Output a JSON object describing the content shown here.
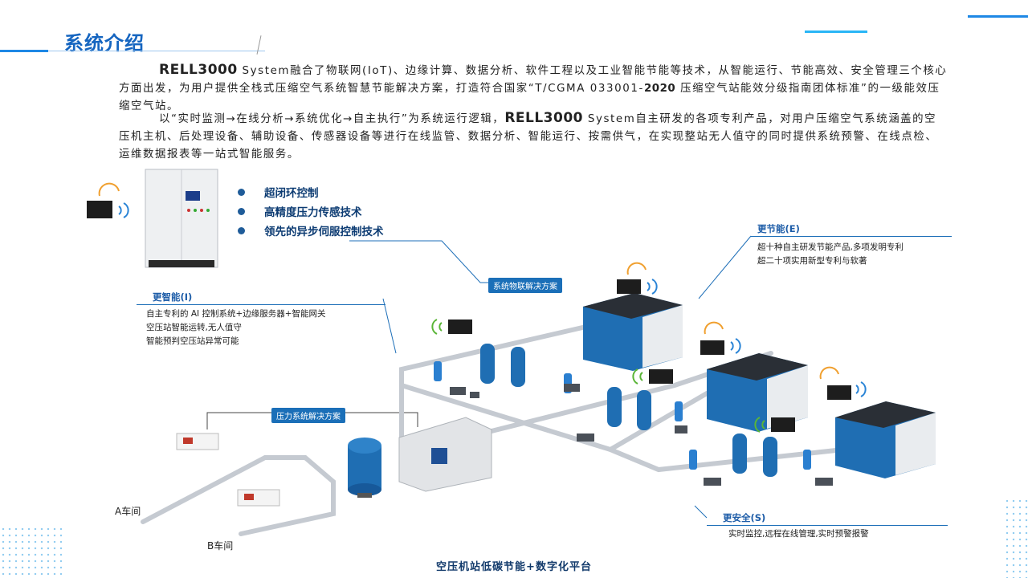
{
  "header": {
    "title": "系统介绍"
  },
  "intro": {
    "p1_brand": "RELL3000",
    "p1_text": " System融合了物联网(IoT)、边缘计算、数据分析、软件工程以及工业智能节能等技术，从智能运行、节能高效、安全管理三个核心方面出发，为用户提供全栈式压缩空气系统智慧节能解决方案，打造符合国家",
    "p1_std_a": "“T/CGMA 033001-",
    "p1_std_year": "2020",
    "p1_std_b": " 压缩空气站能效分级指南团体标准”的一级能效压缩空气站。",
    "p2_text_a": "以“实时监测→在线分析→系统优化→自主执行”为系统运行逻辑，",
    "p2_brand": "RELL3000",
    "p2_text_b": " System自主研发的各项专利产品，对用户压缩空气系统涵盖的空压机主机、后处理设备、辅助设备、传感器设备等进行在线监管、数据分析、智能运行、按需供气，在实现整站无人值守的同时提供系统预警、在线点检、运维数据报表等一站式智能服务。"
  },
  "features": [
    "超闭环控制",
    "高精度压力传感技术",
    "领先的异步伺服控制技术"
  ],
  "tags": {
    "iot": "系统物联解决方案",
    "pressure": "压力系统解决方案"
  },
  "smart": {
    "title": "更智能(I)",
    "lines": [
      "自主专利的 AI 控制系统+边缘服务器+智能网关",
      "空压站智能运转,无人值守",
      "智能预判空压站异常可能"
    ]
  },
  "energy": {
    "title": "更节能(E)",
    "lines": [
      "超十种自主研发节能产品,多项发明专利",
      "超二十项实用新型专利与软著"
    ]
  },
  "safety": {
    "title": "更安全(S)",
    "lines": [
      "实时监控,远程在线管理,实时预警报警"
    ]
  },
  "workshops": {
    "a": "A车间",
    "b": "B车间"
  },
  "footer": {
    "caption": "空压机站低碳节能+数字化平台"
  },
  "colors": {
    "accent": "#1565c0",
    "tag": "#1b6fb8",
    "compressor": "#1f6eb3",
    "pipe": "#c7ccd3"
  }
}
